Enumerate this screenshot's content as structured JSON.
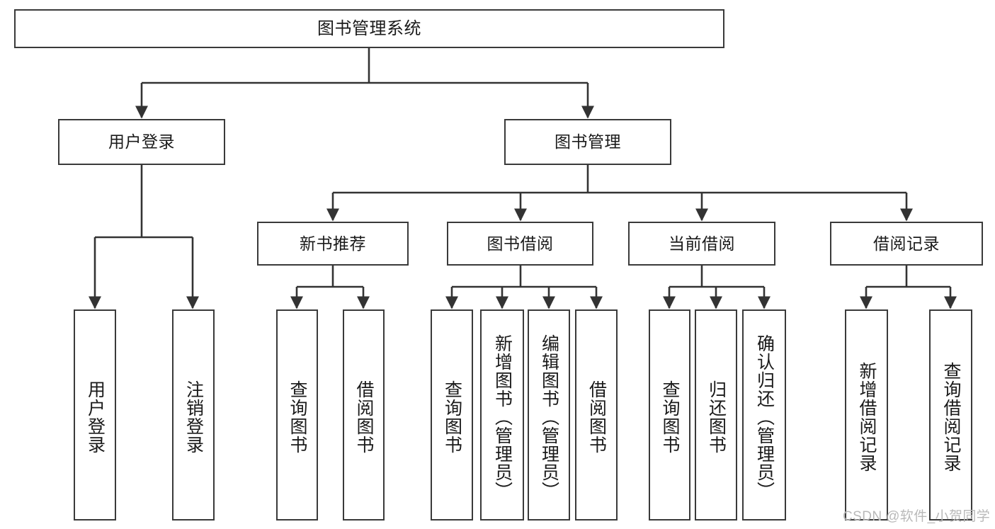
{
  "diagram": {
    "type": "tree-flowchart",
    "title": "图书管理系统",
    "theme": {
      "background": "#ffffff",
      "box_border": "#3a3a3a",
      "box_fill": "#ffffff",
      "line": "#333333",
      "text": "#1a1a1a",
      "watermark": "#b9b9b9"
    },
    "nodes": {
      "root": {
        "label": "图书管理系统"
      },
      "level2": [
        {
          "label": "用户登录"
        },
        {
          "label": "图书管理"
        }
      ],
      "level3": [
        {
          "label": "新书推荐"
        },
        {
          "label": "图书借阅"
        },
        {
          "label": "当前借阅"
        },
        {
          "label": "借阅记录"
        }
      ],
      "leaves_user_login": [
        {
          "label": "用户登录"
        },
        {
          "label": "注销登录"
        }
      ],
      "leaves_new_book": [
        {
          "label": "查询图书"
        },
        {
          "label": "借阅图书"
        }
      ],
      "leaves_book_borrow": [
        {
          "label": "查询图书"
        },
        {
          "label": "新增图书（管理员）"
        },
        {
          "label": "编辑图书（管理员）"
        },
        {
          "label": "借阅图书"
        }
      ],
      "leaves_current_borrow": [
        {
          "label": "查询图书"
        },
        {
          "label": "归还图书"
        },
        {
          "label": "确认归还（管理员）"
        }
      ],
      "leaves_borrow_record": [
        {
          "label": "新增借阅记录"
        },
        {
          "label": "查询借阅记录"
        }
      ]
    },
    "watermark": "CSDN @软件_小贺同学"
  }
}
